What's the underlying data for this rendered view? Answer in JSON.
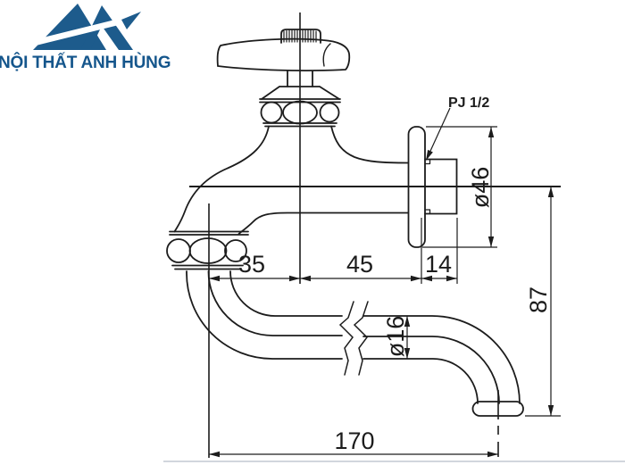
{
  "logo": {
    "brand_text": "NỘI THẤT ANH HÙNG",
    "brand_color": "#1d5b8c"
  },
  "drawing": {
    "title": "wall-mounted cross-handle faucet technical drawing",
    "line_color": "#1c1c1c",
    "divider_color": "#c4c9d2",
    "labels": {
      "thread": "PJ 1/2",
      "dia_46": "ø46",
      "dia_16": "ø16",
      "dim_35": "35",
      "dim_45": "45",
      "dim_14": "14",
      "dim_87": "87",
      "dim_170": "170"
    }
  }
}
